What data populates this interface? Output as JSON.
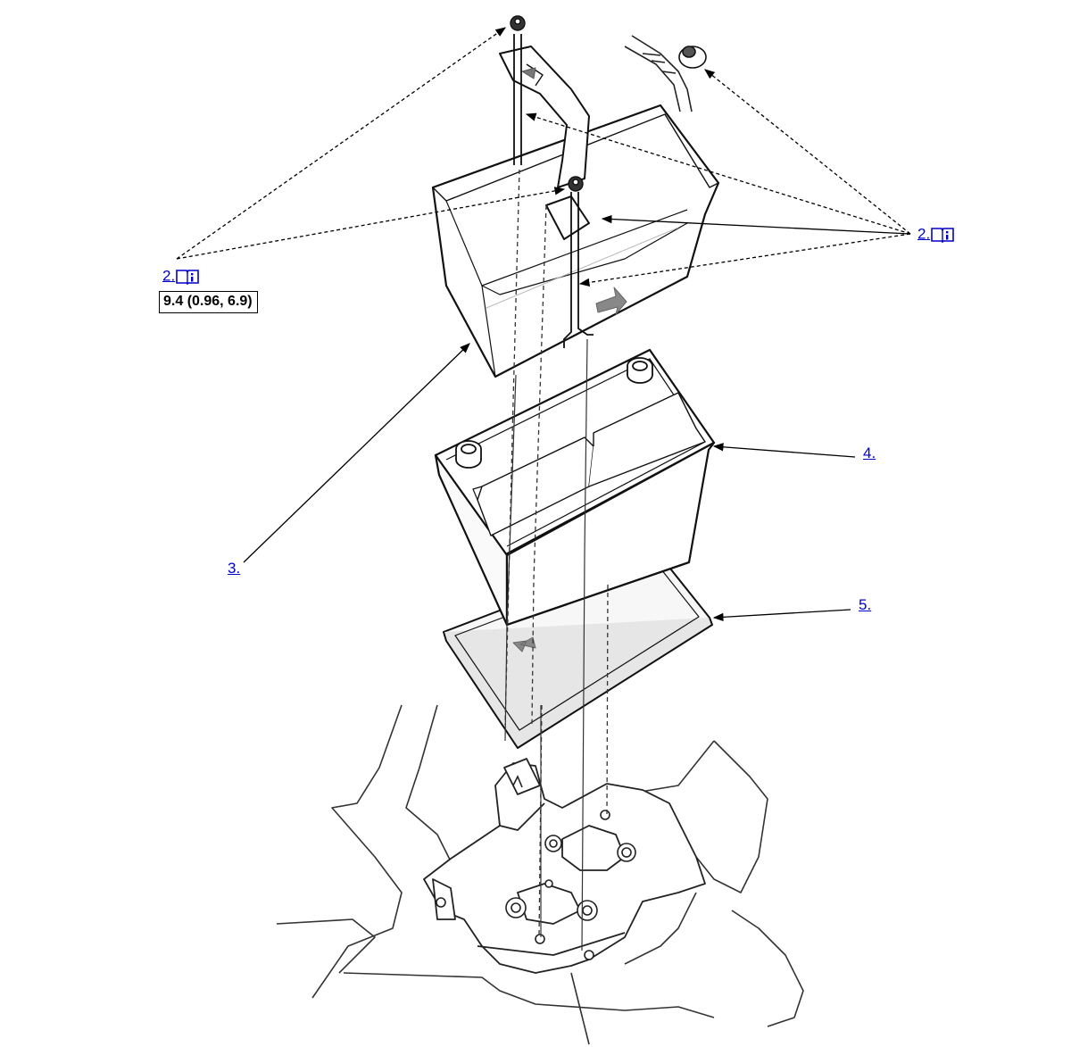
{
  "callouts": {
    "left_fastener": {
      "label": "2.",
      "icon": "manual-info-book-icon"
    },
    "right_fastener": {
      "label": "2.",
      "icon": "manual-info-book-icon"
    },
    "battery_cover": {
      "label": "3."
    },
    "battery": {
      "label": "4."
    },
    "battery_tray": {
      "label": "5."
    }
  },
  "torque_spec": "9.4 (0.96, 6.9)",
  "colors": {
    "link": "#0000cc",
    "line": "#1a1a1a",
    "fill": "#ffffff"
  }
}
